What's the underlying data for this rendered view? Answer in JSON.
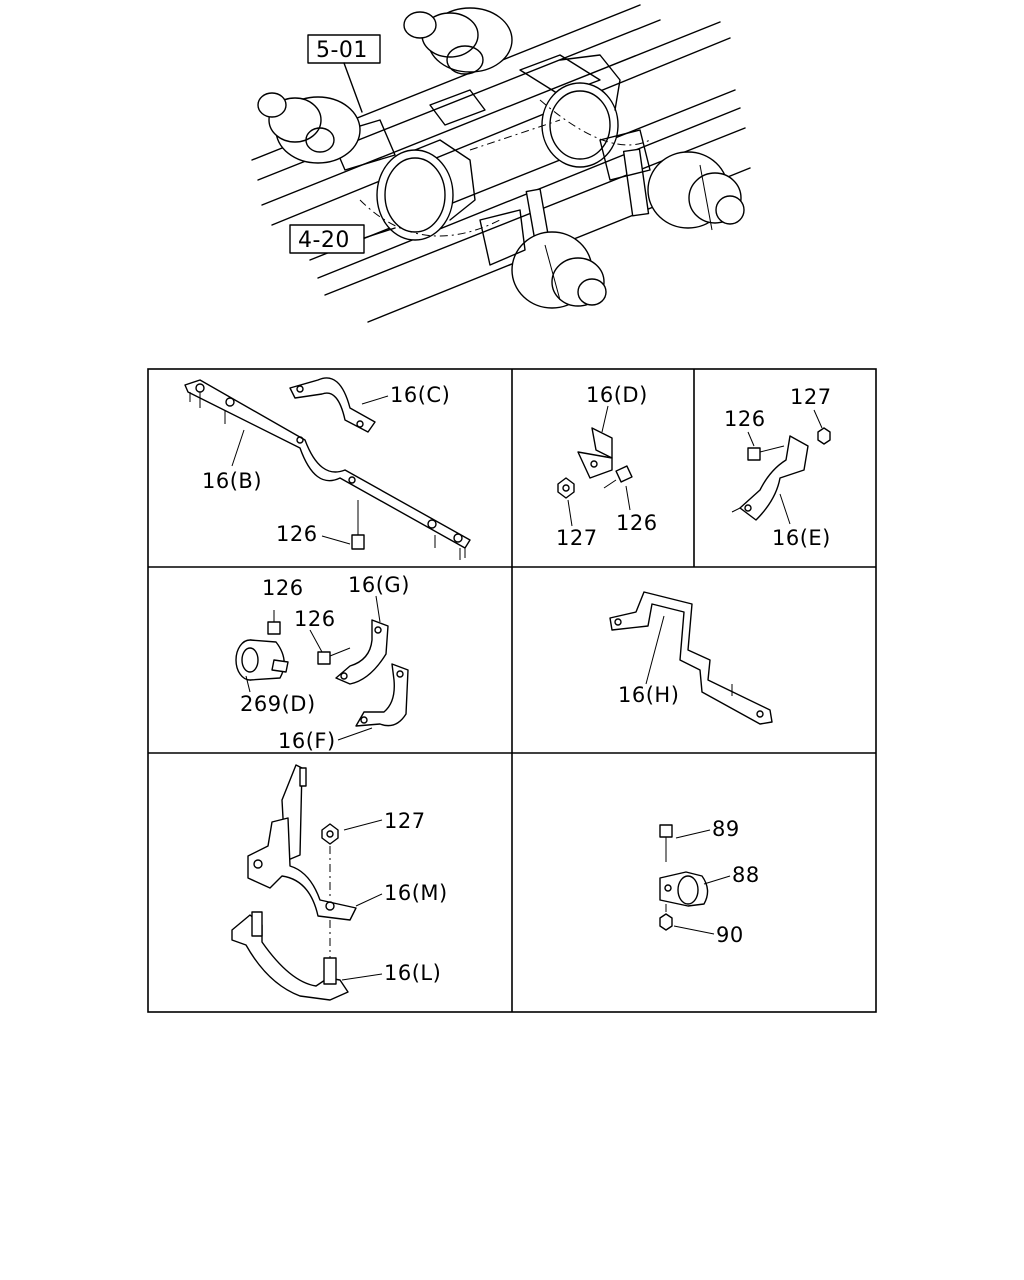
{
  "overview": {
    "ref_top": "5-01",
    "ref_bottom": "4-20"
  },
  "panels": {
    "p1": {
      "part_16c": "16(C)",
      "part_16b": "16(B)",
      "bolt": "126"
    },
    "p2": {
      "part_16d": "16(D)",
      "nut": "127",
      "bolt": "126"
    },
    "p3": {
      "bolt": "126",
      "nut": "127",
      "part_16e": "16(E)"
    },
    "p4": {
      "bolt_a": "126",
      "part_16g": "16(G)",
      "bolt_b": "126",
      "part_269d": "269(D)",
      "part_16f": "16(F)"
    },
    "p5": {
      "part_16h": "16(H)"
    },
    "p6": {
      "nut": "127",
      "part_16m": "16(M)",
      "part_16l": "16(L)"
    },
    "p7": {
      "bolt": "89",
      "bushing": "88",
      "nut": "90"
    }
  }
}
